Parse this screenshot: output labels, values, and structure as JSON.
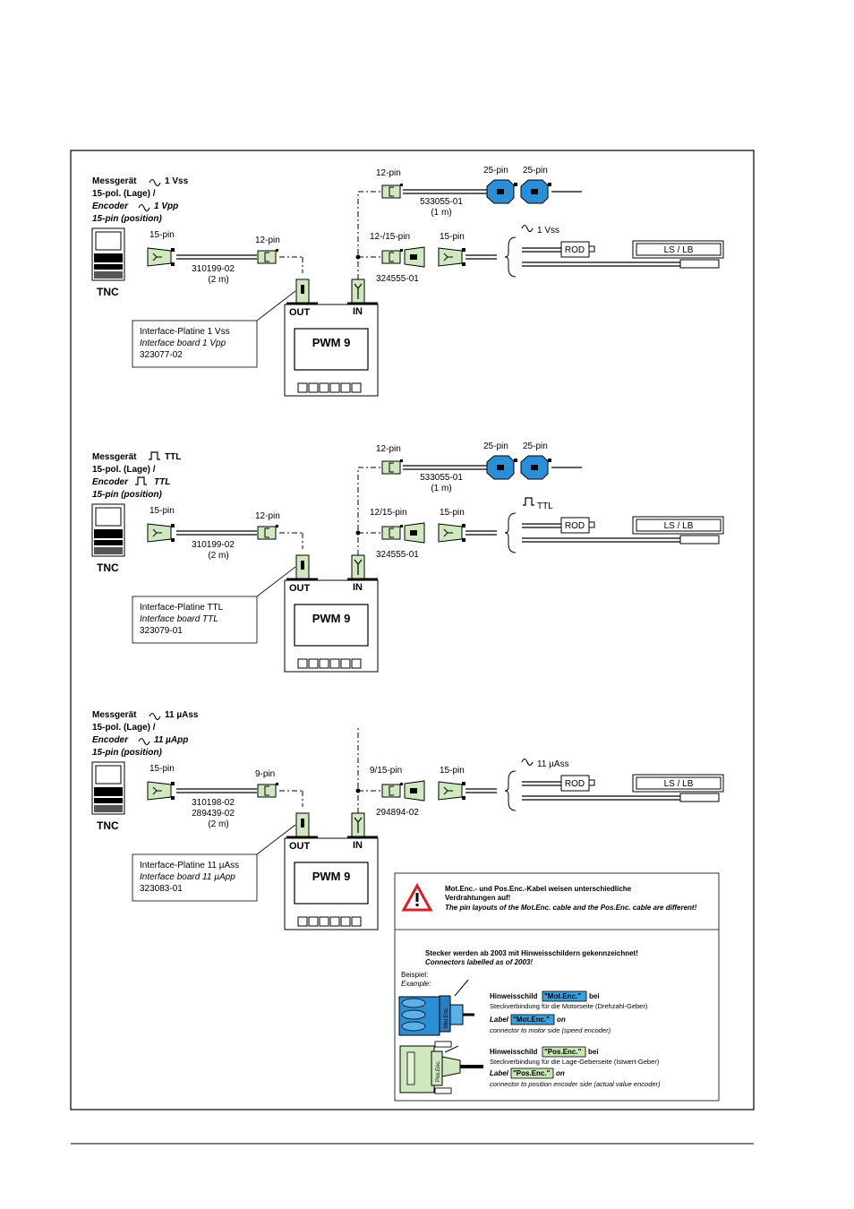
{
  "sections": [
    {
      "title_de": "Messgerät",
      "signal_symbol": "sine",
      "signal_de": "1 Vss",
      "title_line2": "15-pol. (Lage) /",
      "title_en": "Encoder",
      "signal_en": "1 Vpp",
      "title_line4": "15-pin (position)",
      "tnc": "TNC",
      "pin_tnc": "15-pin",
      "pin_out": "12-pin",
      "cable_tnc": "310199-02",
      "cable_tnc_2": "",
      "cable_tnc_len": "(2 m)",
      "top_pin": "12-pin",
      "top_cable": "533055-01",
      "top_cable_len": "(1 m)",
      "top_blue_1": "25-pin",
      "top_blue_2": "25-pin",
      "show_top": true,
      "adapter_pin": "12-/15-pin",
      "adapter_pin2": "15-pin",
      "adapter_cable": "324555-01",
      "encoder_signal": "1 Vss",
      "rod": "ROD",
      "ls": "LS / LB",
      "out": "OUT",
      "in": "IN",
      "pwm": "PWM 9",
      "board_1": "Interface-Platine 1 Vss",
      "board_2": "Interface board 1 Vpp",
      "board_3": "323077-02"
    },
    {
      "title_de": "Messgerät",
      "signal_symbol": "square",
      "signal_de": "TTL",
      "title_line2": "15-pol. (Lage) /",
      "title_en": "Encoder",
      "signal_en": "TTL",
      "title_line4": "15-pin (position)",
      "tnc": "TNC",
      "pin_tnc": "15-pin",
      "pin_out": "12-pin",
      "cable_tnc": "310199-02",
      "cable_tnc_2": "",
      "cable_tnc_len": "(2 m)",
      "top_pin": "12-pin",
      "top_cable": "533055-01",
      "top_cable_len": "(1 m)",
      "top_blue_1": "25-pin",
      "top_blue_2": "25-pin",
      "show_top": true,
      "adapter_pin": "12/15-pin",
      "adapter_pin2": "15-pin",
      "adapter_cable": "324555-01",
      "encoder_signal": "TTL",
      "rod": "ROD",
      "ls": "LS / LB",
      "out": "OUT",
      "in": "IN",
      "pwm": "PWM 9",
      "board_1": "Interface-Platine TTL",
      "board_2": "Interface board TTL",
      "board_3": "323079-01"
    },
    {
      "title_de": "Messgerät",
      "signal_symbol": "sine",
      "signal_de": "11 µAss",
      "title_line2": "15-pol. (Lage) /",
      "title_en": "Encoder",
      "signal_en": "11 µApp",
      "title_line4": "15-pin (position)",
      "tnc": "TNC",
      "pin_tnc": "15-pin",
      "pin_out": "9-pin",
      "cable_tnc": "310198-02",
      "cable_tnc_2": "289439-02",
      "cable_tnc_len": "(2 m)",
      "top_pin": "",
      "top_cable": "",
      "top_cable_len": "",
      "top_blue_1": "",
      "top_blue_2": "",
      "show_top": false,
      "adapter_pin": "9/15-pin",
      "adapter_pin2": "15-pin",
      "adapter_cable": "294894-02",
      "encoder_signal": "11 µAss",
      "rod": "ROD",
      "ls": "LS / LB",
      "out": "OUT",
      "in": "IN",
      "pwm": "PWM 9",
      "board_1": "Interface-Platine 11 µAss",
      "board_2": "Interface board 11 µApp",
      "board_3": "323083-01"
    }
  ],
  "warning": {
    "line1": "Mot.Enc.- und Pos.Enc.-Kabel weisen unterschiedliche",
    "line2": "Verdrahtungen auf!",
    "line3": "The pin layouts of the Mot.Enc. cable and the Pos.Enc. cable are different!"
  },
  "note": {
    "title_de": "Stecker werden ab 2003 mit Hinweisschildern gekennzeichnet!",
    "title_en": "Connectors labelled as of 2003!",
    "example_de": "Beispiel:",
    "example_en": "Example:",
    "mot_prefix": "Hinweisschild",
    "mot_label": "\"Mot.Enc.\"",
    "mot_suffix": "bei",
    "mot_desc_de": "Steckverbindung für die Motorseite (Drehzahl-Geber)",
    "mot_label_en_prefix": "Label",
    "mot_label_en_suffix": "on",
    "mot_desc_en": "connector to motor side (speed encoder)",
    "pos_prefix": "Hinweisschild",
    "pos_label": "\"Pos.Enc.\"",
    "pos_suffix": "bei",
    "pos_desc_de": "Steckverbindung für die Lage-Geberseite (Istwert-Geber)",
    "pos_label_en_prefix": "Label",
    "pos_label_en_suffix": "on",
    "pos_desc_en": "connector to position encoder side (actual value encoder)",
    "mot_tag": "Mot.Enc.",
    "pos_tag": "Pos.Enc."
  },
  "colors": {
    "green": "#cfe8c0",
    "blue": "#2a8fd6",
    "label_blue": "#3aa0e0",
    "label_green": "#c9e6b5",
    "warn_red": "#d6202a"
  }
}
